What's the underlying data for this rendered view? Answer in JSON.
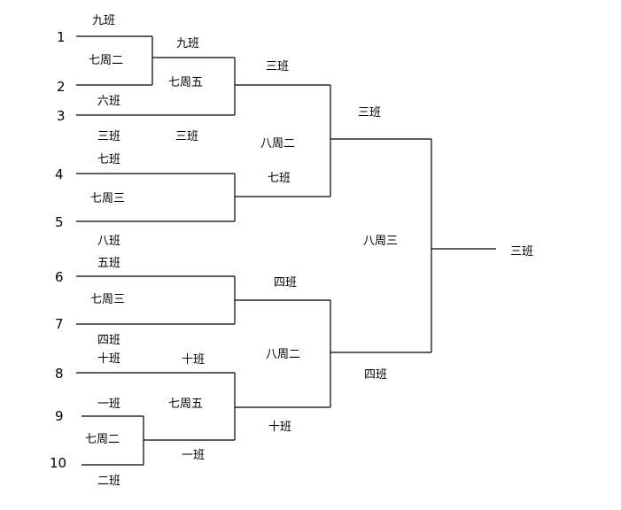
{
  "seeds": [
    "1",
    "2",
    "3",
    "4",
    "5",
    "6",
    "7",
    "8",
    "9",
    "10"
  ],
  "labels": {
    "team_top_1": "九班",
    "team_2": "六班",
    "team_3": "三班",
    "team_4": "七班",
    "team_5": "八班",
    "team_6": "五班",
    "team_7": "四班",
    "team_8": "十班",
    "team_9": "一班",
    "team_10": "二班",
    "date_r1_1_2": "七周二",
    "date_r1_4_5": "七周三",
    "date_r1_6_7": "七周三",
    "date_r1_9_10": "七周二",
    "winner_r1_1_2": "九班",
    "date_r2_top": "七周五",
    "result_r2_top_left": "三班",
    "date_r2_bottom": "七周五",
    "winner_r2_bottom_top": "十班",
    "winner_r2_bottom_low": "一班",
    "winner_r2_top": "三班",
    "date_qf_top": "八周二",
    "winner_r2_45": "七班",
    "winner_r2_67": "四班",
    "date_qf_bottom": "八周二",
    "winner_qf_bottom_low": "十班",
    "winner_qf_top": "三班",
    "date_final": "八周三",
    "winner_qf_bottom": "四班",
    "champion": "三班"
  }
}
